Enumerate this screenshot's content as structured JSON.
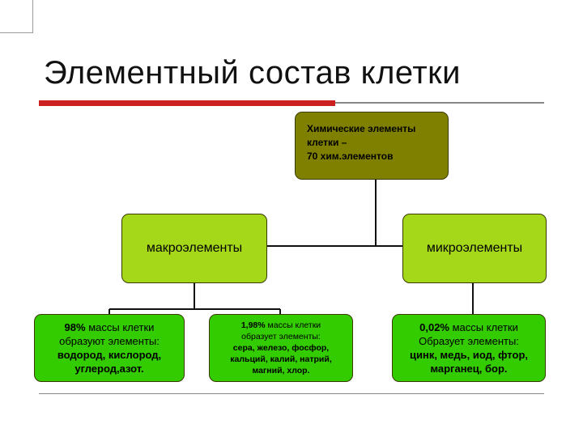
{
  "slide": {
    "title": "Элементный состав клетки"
  },
  "diagram": {
    "root": {
      "line1": "Химические элементы",
      "line2": "клетки –",
      "line3": "70 хим.элементов"
    },
    "macro": {
      "label": "макроэлементы"
    },
    "micro": {
      "label": "микроэлементы"
    },
    "leaf_macro_1": {
      "line1_pct": "98%",
      "line1_rest": " массы клетки",
      "line2": "образуют элементы:",
      "line3": "водород, кислород,",
      "line4": "углерод,азот."
    },
    "leaf_macro_2": {
      "line1_pct": "1,98%",
      "line1_rest": " массы клетки",
      "line2": "образует элементы:",
      "line3": "сера, железо, фосфор,",
      "line4": "кальций, калий, натрий,",
      "line5": "магний, хлор."
    },
    "leaf_micro": {
      "line1_pct": "0,02%",
      "line1_rest": " массы клетки",
      "line2": "Образует элементы:",
      "line3": "цинк, медь, иод, фтор,",
      "line4": "марганец, бор."
    }
  },
  "colors": {
    "root_fill": "#808000",
    "mid_fill": "#a6d81a",
    "leaf_fill": "#33cc00",
    "accent_red": "#cc1f1f"
  }
}
